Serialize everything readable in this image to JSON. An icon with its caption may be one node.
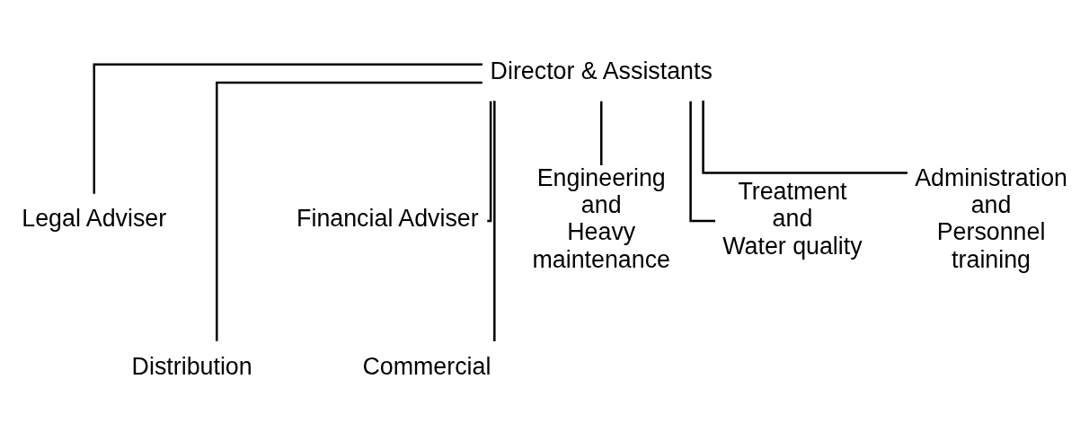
{
  "diagram": {
    "nodes": [
      {
        "text": [
          "Director & Assistants"
        ]
      },
      {
        "text": [
          "Legal Adviser"
        ]
      },
      {
        "text": [
          "Financial Adviser"
        ]
      },
      {
        "text": [
          "Distribution"
        ]
      },
      {
        "text": [
          "Engineering and Heavy maintenance"
        ]
      },
      {
        "text": [
          "Treatment and Water quality"
        ]
      },
      {
        "text": [
          "Administration and Personnel training"
        ]
      },
      {
        "text": [
          "Commercial"
        ]
      }
    ],
    "edges": [
      {
        "from": 0,
        "to": 1,
        "arrow": "none"
      },
      {
        "from": 0,
        "to": 2,
        "arrow": "none"
      },
      {
        "from": 0,
        "to": 3,
        "arrow": "none"
      },
      {
        "from": 0,
        "to": 4,
        "arrow": "none"
      },
      {
        "from": 0,
        "to": 5,
        "arrow": "none"
      },
      {
        "from": 0,
        "to": 6,
        "arrow": "none"
      },
      {
        "from": 0,
        "to": 7,
        "arrow": "none"
      }
    ]
  }
}
